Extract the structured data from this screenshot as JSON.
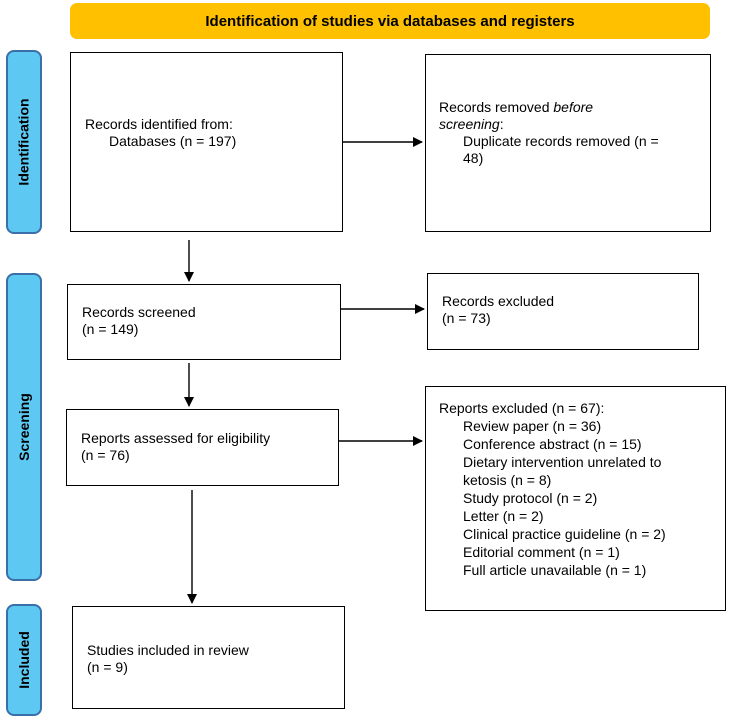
{
  "header": {
    "title": "Identification of studies via databases and registers"
  },
  "stages": {
    "identification": "Identification",
    "screening": "Screening",
    "included": "Included"
  },
  "boxes": {
    "records_identified": {
      "line1": "Records identified from:",
      "line2": "Databases (n = 197)"
    },
    "records_removed": {
      "line1": "Records removed ",
      "line1_italic": "before",
      "line2_italic": "screening",
      "line2_rest": ":",
      "line3": "Duplicate records removed (n =",
      "line4": "48)"
    },
    "records_screened": {
      "line1": "Records screened",
      "line2": "(n = 149)"
    },
    "records_excluded": {
      "line1": "Records excluded",
      "line2": "(n = 73)"
    },
    "reports_assessed": {
      "line1": "Reports assessed for eligibility",
      "line2": "(n = 76)"
    },
    "reports_excluded": {
      "title": "Reports excluded (n = 67):",
      "items": [
        "Review paper (n = 36)",
        "Conference abstract (n = 15)",
        "Dietary intervention unrelated to",
        "ketosis (n = 8)",
        "Study protocol (n = 2)",
        "Letter (n = 2)",
        "Clinical practice guideline (n = 2)",
        "Editorial comment (n = 1)",
        "Full article unavailable (n = 1)"
      ]
    },
    "studies_included": {
      "line1": "Studies included in review",
      "line2": "(n = 9)"
    }
  },
  "colors": {
    "header_fill": "#ffc000",
    "stage_fill": "#5dc8f2",
    "stage_border": "#3a6fa8"
  }
}
